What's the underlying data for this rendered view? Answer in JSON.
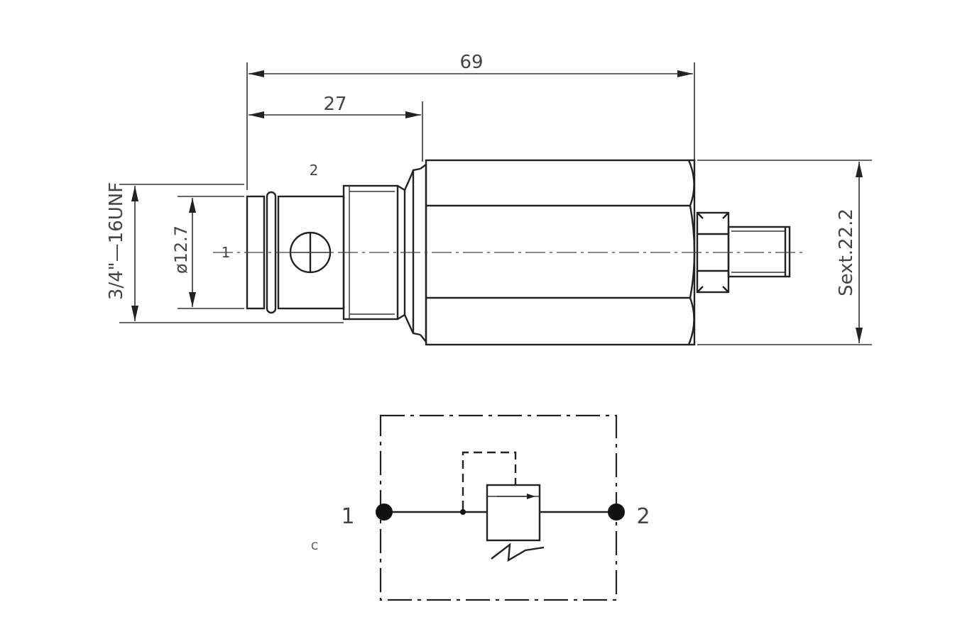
{
  "dimensions": {
    "overall_length": "69",
    "thread_length": "27",
    "thread_spec": "3/4\"—16UNF",
    "bore_diameter": "ø12.7",
    "hex_size": "Sext.22.2"
  },
  "drawing_ports": {
    "port_1": "1",
    "port_2": "2"
  },
  "schematic": {
    "port_1": "1",
    "port_2": "2",
    "note": "C"
  },
  "colors": {
    "line": "#222222",
    "text": "#444444",
    "background": "#ffffff"
  }
}
